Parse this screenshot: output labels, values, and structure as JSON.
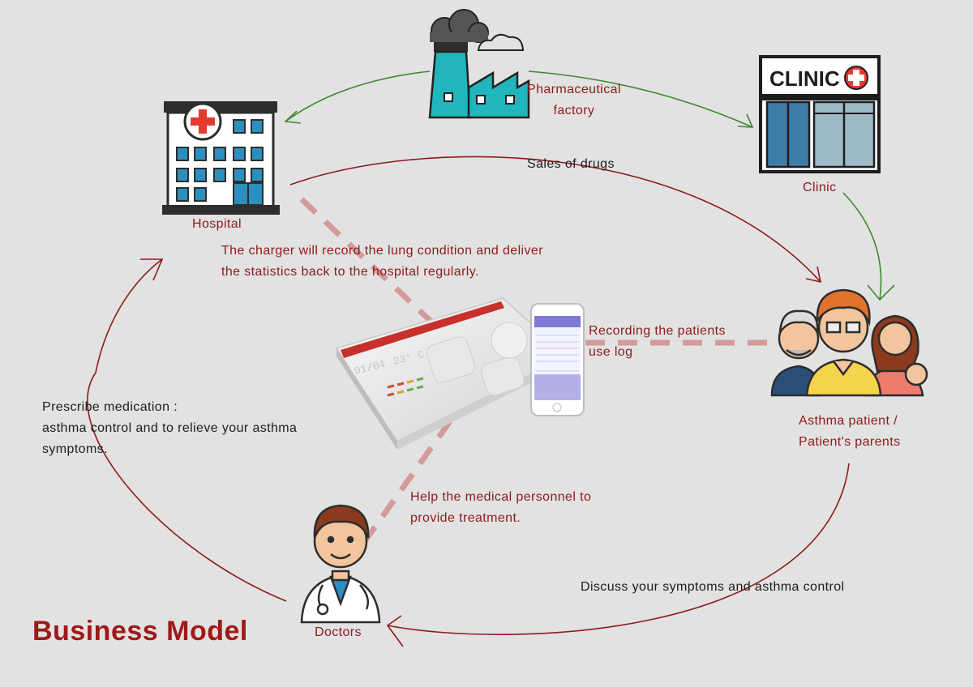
{
  "title": "Business Model",
  "colors": {
    "background": "#e2e2e2",
    "flow_red": "#8e1a1a",
    "flow_green": "#3c8a2e",
    "dashed": "#d29a9a",
    "title_red": "#a01818"
  },
  "nodes": {
    "factory": {
      "label_line1": "Pharmaceutical",
      "label_line2": "factory",
      "icon": "factory-icon"
    },
    "clinic": {
      "label": "Clinic",
      "sign_text": "CLINIC",
      "icon": "clinic-icon"
    },
    "hospital": {
      "label": "Hospital",
      "icon": "hospital-icon"
    },
    "patients": {
      "label_line1": "Asthma patient /",
      "label_line2": "Patient's parents",
      "icon": "family-icon"
    },
    "doctors": {
      "label": "Doctors",
      "icon": "doctor-icon"
    }
  },
  "device": {
    "date": "01/04",
    "temp": "23° C",
    "icon": "charger-device-icon",
    "phone_icon": "smartphone-icon"
  },
  "annotations": {
    "sales": "Sales of drugs",
    "charger_line1": "The charger will record the lung condition and deliver",
    "charger_line2": "the statistics back to the hospital regularly.",
    "recording_line1": "Recording the patients",
    "recording_line2": "use log",
    "prescribe_line1": "Prescribe medication :",
    "prescribe_line2": "asthma control and to relieve your asthma",
    "prescribe_line3": "symptoms.",
    "help_line1": "Help the medical personnel to",
    "help_line2": "provide treatment.",
    "discuss": "Discuss your symptoms and asthma control"
  }
}
